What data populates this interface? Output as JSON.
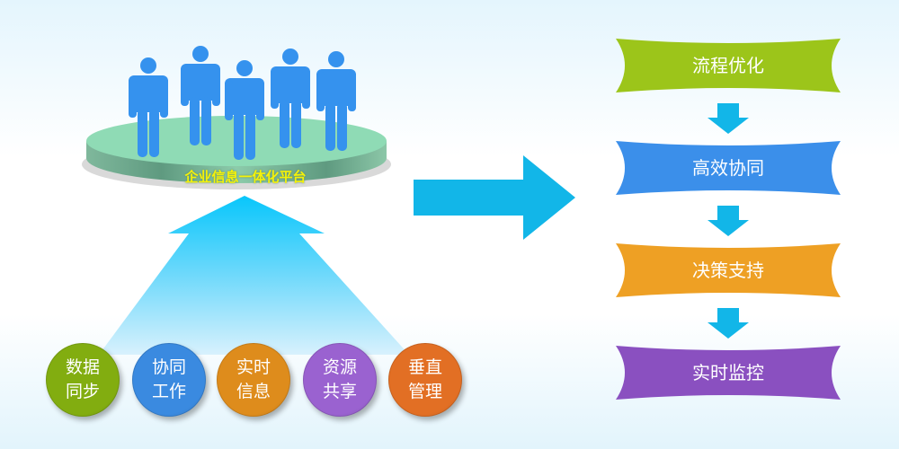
{
  "platform": {
    "label": "企业信息一体化平台"
  },
  "features": [
    {
      "line1": "数据",
      "line2": "同步",
      "color": "#82ad10"
    },
    {
      "line1": "协同",
      "line2": "工作",
      "color": "#3a8ae0"
    },
    {
      "line1": "实时",
      "line2": "信息",
      "color": "#de8c1c"
    },
    {
      "line1": "资源",
      "line2": "共享",
      "color": "#9a62d0"
    },
    {
      "line1": "垂直",
      "line2": "管理",
      "color": "#e26f24"
    }
  ],
  "outcomes": [
    {
      "label": "流程优化",
      "color": "#9cc51a"
    },
    {
      "label": "高效协同",
      "color": "#3b8fea"
    },
    {
      "label": "决策支持",
      "color": "#eea024"
    },
    {
      "label": "实时监控",
      "color": "#8a50c0"
    }
  ]
}
